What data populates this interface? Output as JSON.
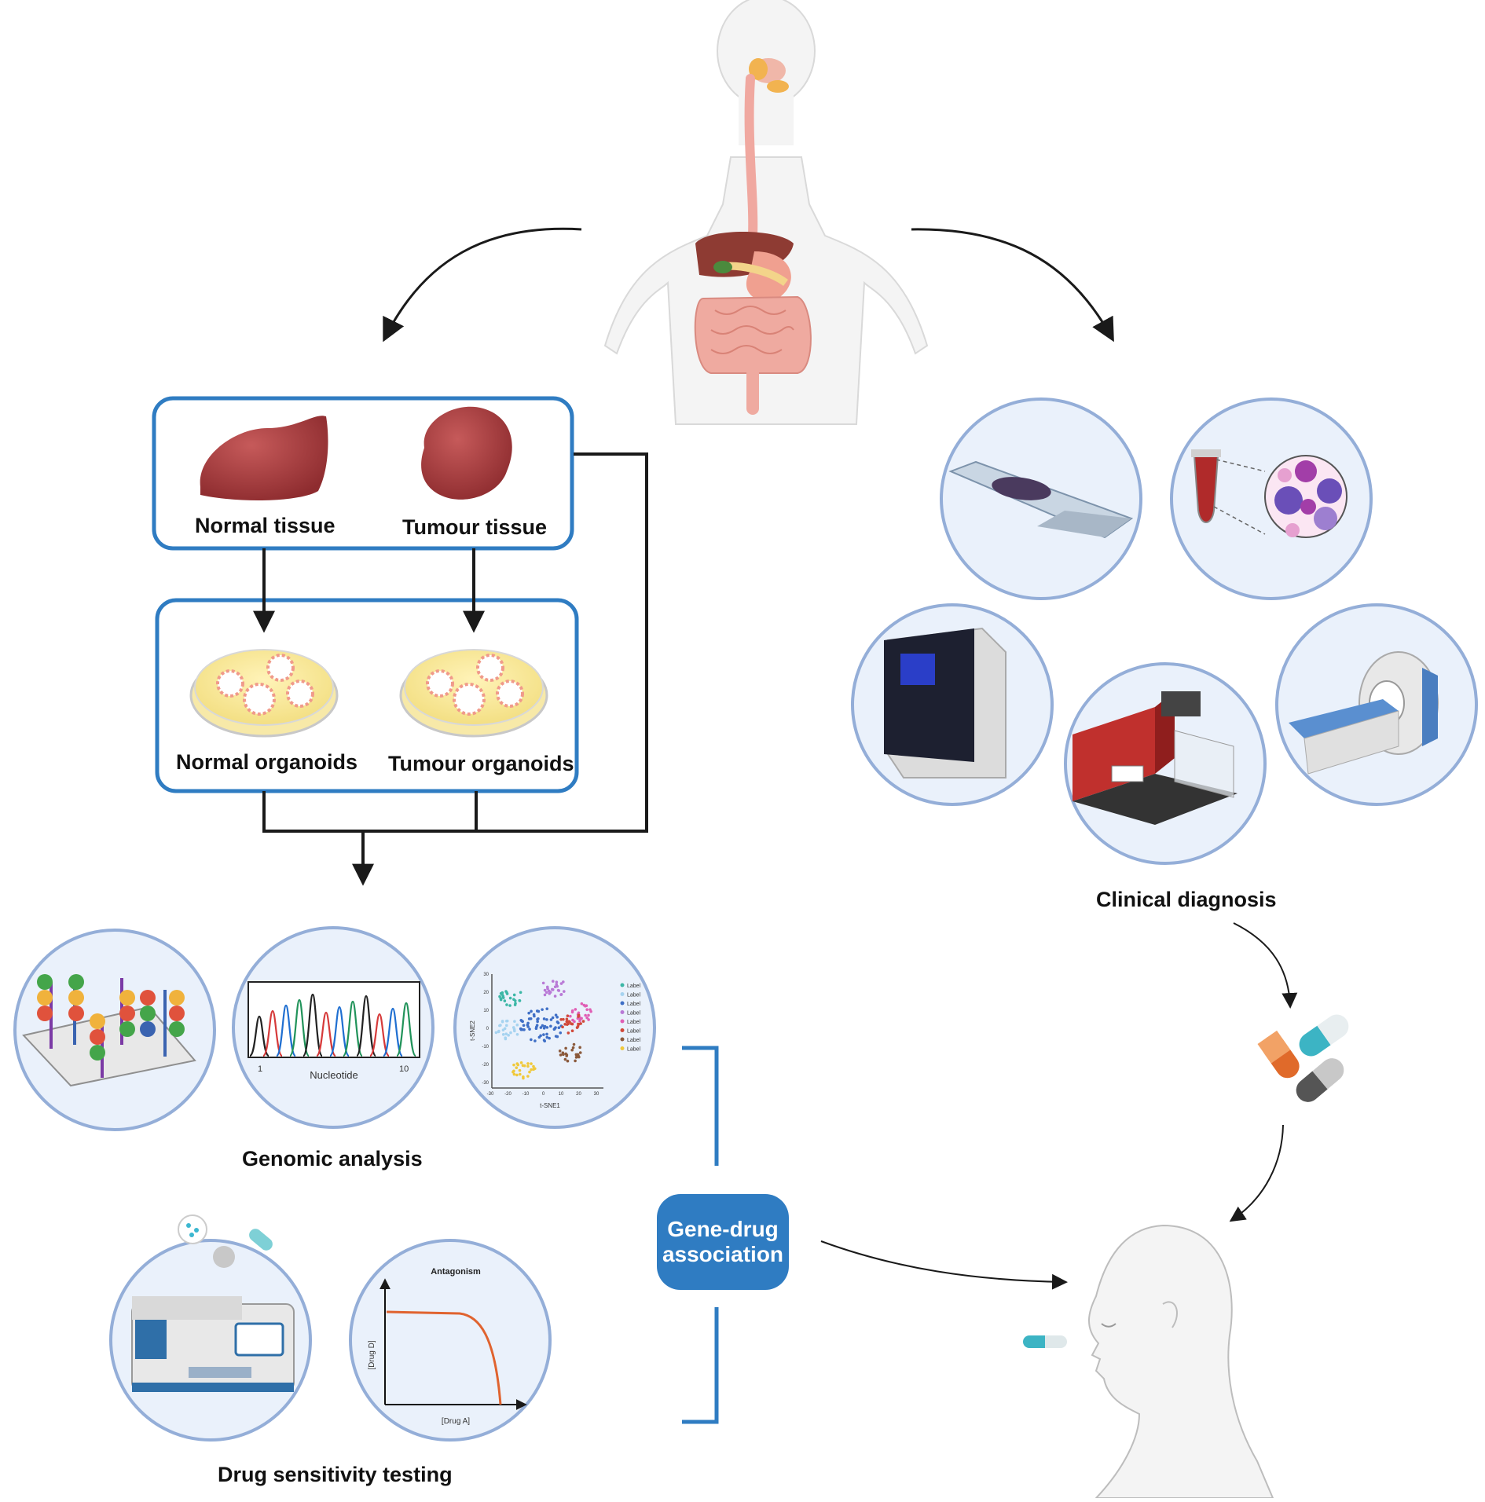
{
  "labels": {
    "normal_tissue": "Normal tissue",
    "tumour_tissue": "Tumour  tissue",
    "normal_organoids": "Normal organoids",
    "tumour_organoids": "Tumour  organoids",
    "genomic_analysis": "Genomic analysis",
    "drug_sensitivity_testing": "Drug sensitivity testing",
    "clinical_diagnosis": "Clinical diagnosis",
    "gene_drug_line1": "Gene-drug",
    "gene_drug_line2": "association"
  },
  "sequencing_plot": {
    "xlabel": "Nucleotide",
    "xtick_start": "1",
    "xtick_end": "10",
    "peak_colors": [
      "#222222",
      "#d63a3a",
      "#1f6fd1",
      "#21935a"
    ]
  },
  "tsne_plot": {
    "xlabel": "t-SNE1",
    "ylabel": "t-SNE2",
    "xticks": [
      "-30",
      "-20",
      "-10",
      "0",
      "10",
      "20",
      "30"
    ],
    "yticks": [
      "30",
      "20",
      "10",
      "0",
      "-10",
      "-20",
      "-30"
    ],
    "legend": [
      "Label",
      "Label",
      "Label",
      "Label",
      "Label",
      "Label",
      "Label",
      "Label"
    ],
    "cluster_colors": [
      "#3cb7a6",
      "#a6d3f0",
      "#3f6fc6",
      "#b97ad6",
      "#e05fb5",
      "#d1493a",
      "#8b5a3c",
      "#f0c93c"
    ]
  },
  "antagonism_plot": {
    "title": "Antagonism",
    "xlabel": "[Drug A]",
    "ylabel": "[Drug D]"
  },
  "colors": {
    "box_border": "#2f7cc2",
    "circle_fill": "#eaf1fb",
    "circle_border": "#94aed8",
    "arrow": "#1a1a1a",
    "accent_blue": "#2f7cc2"
  },
  "icons": [
    "human-digestive-system-icon",
    "tissue-icon",
    "petri-dish-icon",
    "microarray-icon",
    "histology-slide-icon",
    "blood-cell-icon",
    "pcr-machine-icon",
    "liquid-handler-icon",
    "mri-scanner-icon",
    "capsule-icon",
    "patient-head-icon"
  ]
}
